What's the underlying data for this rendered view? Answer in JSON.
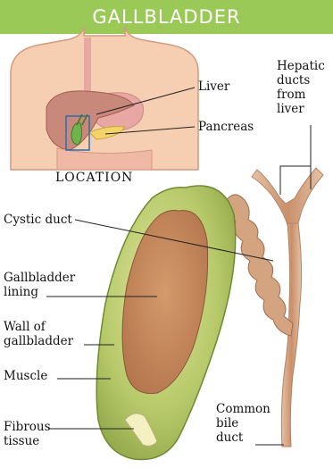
{
  "title": "GALLBLADDER",
  "location_label": "LOCATION",
  "inset_labels": {
    "liver": "Liver",
    "pancreas": "Pancreas"
  },
  "labels": {
    "hepatic_ducts": "Hepatic\nducts\nfrom\nliver",
    "cystic_duct": "Cystic duct",
    "gallbladder_lining": "Gallbladder\nlining",
    "wall": "Wall of\ngallbladder",
    "muscle": "Muscle",
    "fibrous_tissue": "Fibrous\ntissue",
    "common_bile_duct": "Common\nbile\nduct"
  },
  "colors": {
    "title_bar": "#9bc957",
    "skin": "#f6cfb3",
    "liver": "#c9897a",
    "gallbladder_wall": "#9db655",
    "lining": "#c48a5c",
    "duct": "#d4a37f"
  }
}
